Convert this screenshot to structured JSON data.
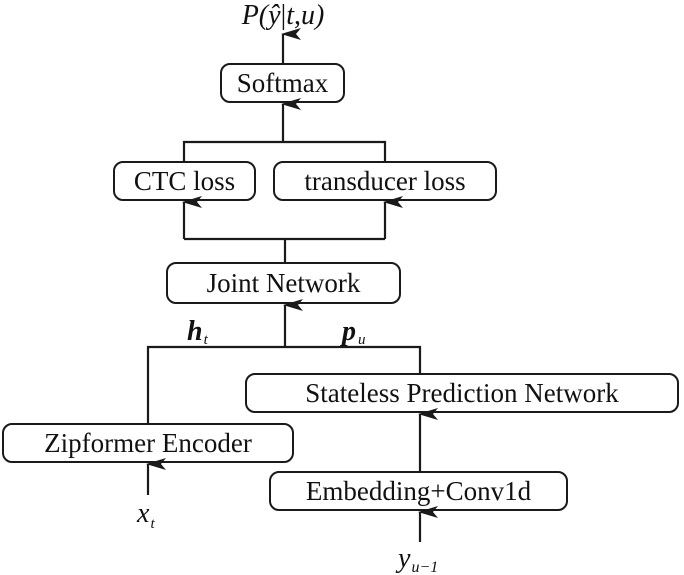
{
  "diagram": {
    "output_label": {
      "func": "P(",
      "y": "ŷ",
      "bar": "|",
      "t": "t",
      "comma": ",",
      "u": "u",
      "close": ")"
    },
    "nodes": {
      "softmax": "Softmax",
      "ctc_loss": "CTC loss",
      "transducer_loss": "transducer loss",
      "joint_network": "Joint Network",
      "stateless_prediction_network": "Stateless Prediction Network",
      "zipformer_encoder": "Zipformer Encoder",
      "embedding_conv1d": "Embedding+Conv1d"
    },
    "edge_labels": {
      "h": "h",
      "h_sub": "t",
      "p": "p",
      "p_sub": "u"
    },
    "inputs": {
      "x": "x",
      "x_sub": "t",
      "y": "y",
      "y_sub": "u−1"
    }
  }
}
